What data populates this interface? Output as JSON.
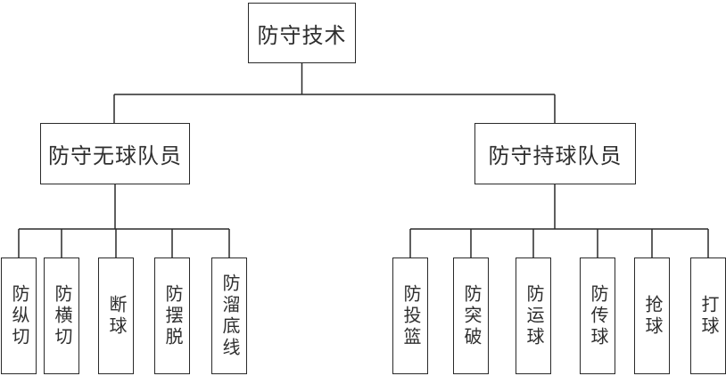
{
  "colors": {
    "background": "#ffffff",
    "line": "#2a2a2a",
    "box_border": "#2a2a2a",
    "box_fill": "#ffffff",
    "text": "#2f2f2f"
  },
  "tree": {
    "root": {
      "label": "防守技术"
    },
    "branches": [
      {
        "label": "防守无球队员",
        "children": [
          {
            "label": "防纵切"
          },
          {
            "label": "防横切"
          },
          {
            "label": "断球"
          },
          {
            "label": "防摆脱"
          },
          {
            "label": "防溜底线"
          }
        ]
      },
      {
        "label": "防守持球队员",
        "children": [
          {
            "label": "防投篮"
          },
          {
            "label": "防突破"
          },
          {
            "label": "防运球"
          },
          {
            "label": "防传球"
          },
          {
            "label": "抢球"
          },
          {
            "label": "打球"
          }
        ]
      }
    ]
  }
}
